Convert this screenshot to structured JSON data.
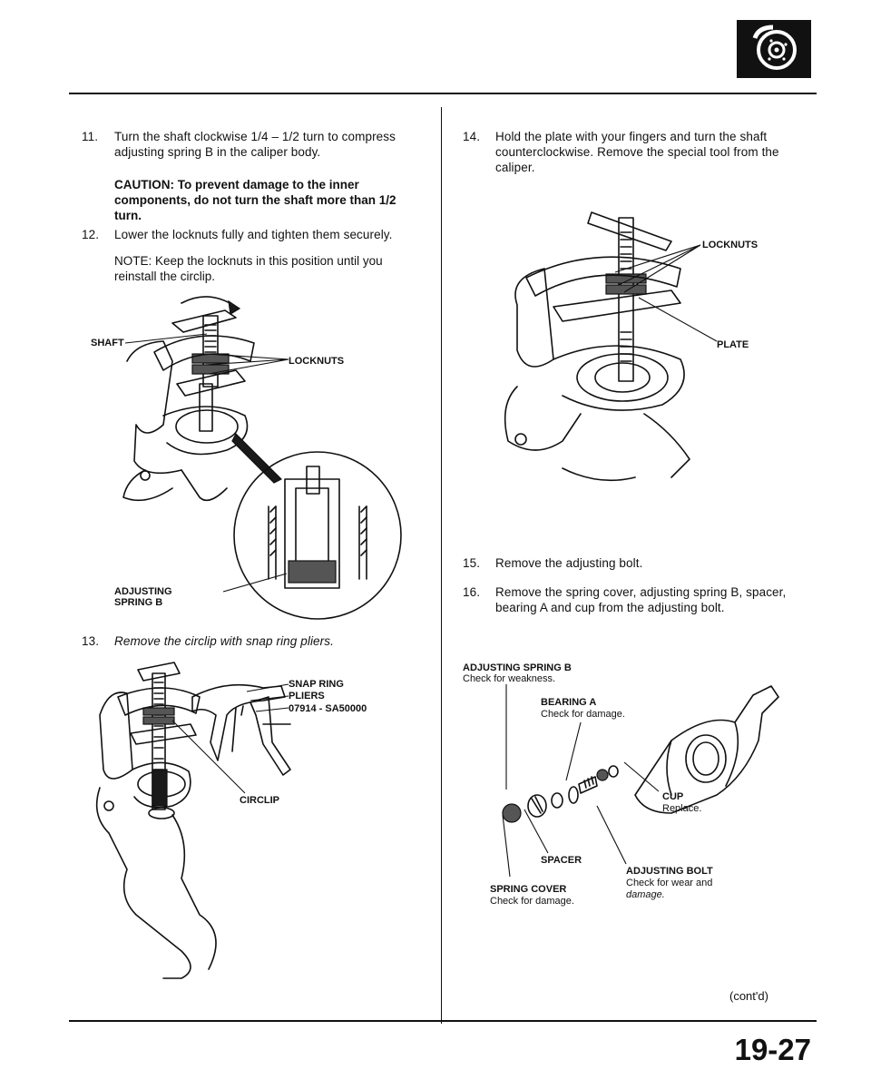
{
  "page": {
    "number": "19-27",
    "contd": "(cont'd)",
    "section_icon": "brake-disc-icon"
  },
  "left": {
    "step11": {
      "num": "11.",
      "text": "Turn the shaft clockwise 1/4 – 1/2 turn to compress adjusting spring B in the caliper body."
    },
    "caution": "CAUTION: To prevent damage to the inner components, do not turn the shaft more than 1/2 turn.",
    "step12": {
      "num": "12.",
      "text": "Lower the locknuts fully and tighten them securely."
    },
    "note12": "NOTE: Keep the locknuts in this position until you reinstall the circlip.",
    "fig1": {
      "shaft": "SHAFT",
      "locknuts": "LOCKNUTS",
      "adjusting_spring_1": "ADJUSTING",
      "adjusting_spring_2": "SPRING B"
    },
    "step13": {
      "num": "13.",
      "text": "Remove the circlip with snap ring pliers."
    },
    "fig2": {
      "snap_ring": "SNAP RING",
      "pliers": "PLIERS",
      "tool_no": "07914 - SA50000",
      "circlip": "CIRCLIP"
    }
  },
  "right": {
    "step14": {
      "num": "14.",
      "text": "Hold the plate with your fingers and turn the shaft counterclockwise. Remove the special tool from the caliper."
    },
    "fig3": {
      "locknuts": "LOCKNUTS",
      "plate": "PLATE"
    },
    "step15": {
      "num": "15.",
      "text": "Remove the adjusting bolt."
    },
    "step16": {
      "num": "16.",
      "text": "Remove the spring cover, adjusting spring B, spacer, bearing A and cup from the adjusting bolt."
    },
    "fig4": {
      "adj_spring_b": "ADJUSTING SPRING B",
      "adj_spring_b_note": "Check for weakness.",
      "bearing_a": "BEARING A",
      "bearing_a_note": "Check for damage.",
      "cup": "CUP",
      "cup_note": "Replace.",
      "spacer": "SPACER",
      "adj_bolt": "ADJUSTING BOLT",
      "adj_bolt_note_1": "Check for wear and",
      "adj_bolt_note_2": "damage.",
      "spring_cover": "SPRING COVER",
      "spring_cover_note": "Check for damage."
    }
  }
}
